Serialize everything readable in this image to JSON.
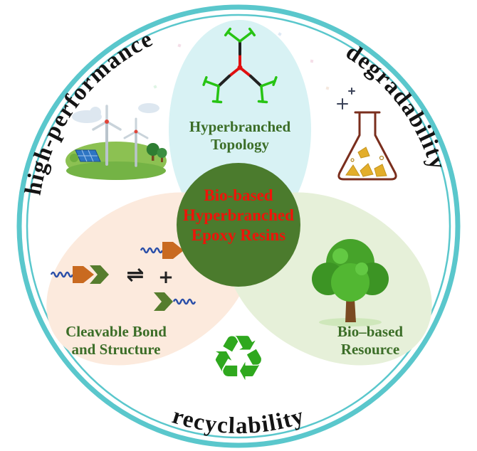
{
  "figure": {
    "outer_labels": {
      "top_left": "high-performance",
      "top_right": "degradability",
      "bottom": "recyclability"
    },
    "center": {
      "lines": [
        "Bio-based",
        "Hyperbranched",
        "Epoxy Resins"
      ]
    },
    "zones": {
      "top": {
        "line1": "Hyperbranched",
        "line2": "Topology"
      },
      "left": {
        "line1": "Cleavable Bond",
        "line2": "and Structure"
      },
      "right": {
        "line1": "Bio–based",
        "line2": "Resource"
      }
    },
    "symbols": {
      "recycle": "♻",
      "equilibrium": "⇌",
      "plus": "+"
    },
    "icons": {
      "top": "branched-molecule-icon",
      "upper_left": "renewable-energy-icon",
      "upper_right": "chemistry-flask-icon",
      "lower_left": "cleavable-bond-icon",
      "lower_right": "tree-icon",
      "bottom": "recycle-icon"
    },
    "colors": {
      "ring_teal": "#5ac7cc",
      "top_ellipse": "#d8f2f4",
      "left_ellipse": "#fceadd",
      "right_ellipse": "#e6f0d9",
      "center_green": "#4b7b2d",
      "center_text_red": "#ee1409",
      "zone_label_green": "#3c6e28",
      "outer_label_black": "#141414",
      "recycle_green": "#2fa81e",
      "molecule_green": "#27c414",
      "molecule_red": "#e01010",
      "wave_blue": "#2b4fa8",
      "connector_orange": "#c96a20",
      "connector_green": "#567d2e",
      "flask_outline_brown": "#7a2e1d",
      "flask_contents_yellow": "#e3ae2b"
    }
  }
}
